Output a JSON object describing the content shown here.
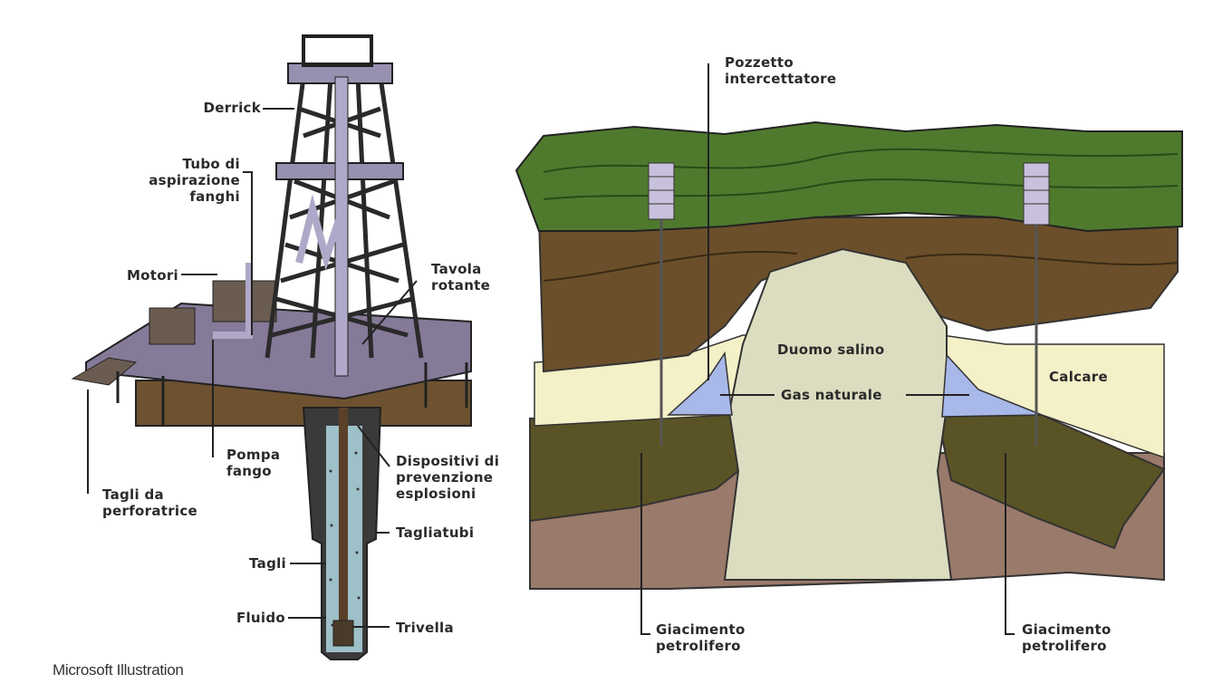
{
  "rig": {
    "labels": {
      "derrick": "Derrick",
      "mud_suction": "Tubo di\naspirazione\nfanghi",
      "engines": "Motori",
      "rotary_table": "Tavola\nrotante",
      "mud_pump": "Pompa\nfango",
      "cuttings_drill": "Tagli da\nperforatrice",
      "blowout_preventer": "Dispositivi di\nprevenzione\nesplosioni",
      "pipe_cutter": "Tagliatubi",
      "cuttings": "Tagli",
      "fluid": "Fluido",
      "drill_bit": "Trivella"
    }
  },
  "geology": {
    "labels": {
      "wildcat_well": "Pozzetto\nintercettatore",
      "salt_dome": "Duomo salino",
      "natural_gas": "Gas naturale",
      "limestone": "Calcare",
      "oil_left": "Giacimento\npetrolifero",
      "oil_right": "Giacimento\npetrolifero"
    },
    "colors": {
      "grass": "#4f7a2e",
      "soil": "#6b4f2a",
      "limestone": "#f4f0c8",
      "oil": "#4a4320",
      "rock": "#9a7a6a",
      "salt": "#dcdcc0",
      "gas": "#a8b8e8"
    }
  },
  "credit": "Microsoft Illustration"
}
